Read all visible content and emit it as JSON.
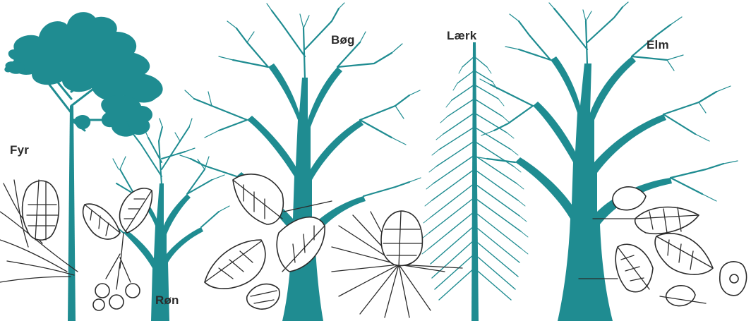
{
  "colors": {
    "tree": "#1f8c91",
    "ink": "#2b2b2b",
    "background": "#ffffff"
  },
  "trees": [
    {
      "id": "fyr",
      "label": "Fyr",
      "icon": "pine-tree-icon"
    },
    {
      "id": "ron",
      "label": "Røn",
      "icon": "rowan-tree-icon"
    },
    {
      "id": "bog",
      "label": "Bøg",
      "icon": "beech-tree-icon"
    },
    {
      "id": "laerk",
      "label": "Lærk",
      "icon": "larch-tree-icon"
    },
    {
      "id": "elm",
      "label": "Elm",
      "icon": "elm-tree-icon"
    }
  ]
}
